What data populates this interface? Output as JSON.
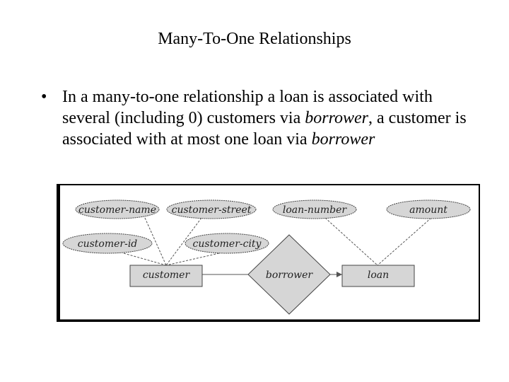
{
  "slide": {
    "title": "Many-To-One Relationships",
    "bullet_symbol": "•",
    "bullet_parts": [
      "In a many-to-one relationship a loan is associated with several (including 0) customers via ",
      "borrower",
      ", a customer is associated with at most one loan via ",
      "borrower"
    ]
  },
  "diagram": {
    "attributes": {
      "customer_name": "customer-name",
      "customer_street": "customer-street",
      "customer_id": "customer-id",
      "customer_city": "customer-city",
      "loan_number": "loan-number",
      "amount": "amount"
    },
    "entities": {
      "customer": "customer",
      "loan": "loan"
    },
    "relationship": "borrower",
    "colors": {
      "shape_fill": "#d6d6d6",
      "shape_stroke": "#444444",
      "line": "#555555",
      "frame": "#000000"
    }
  }
}
